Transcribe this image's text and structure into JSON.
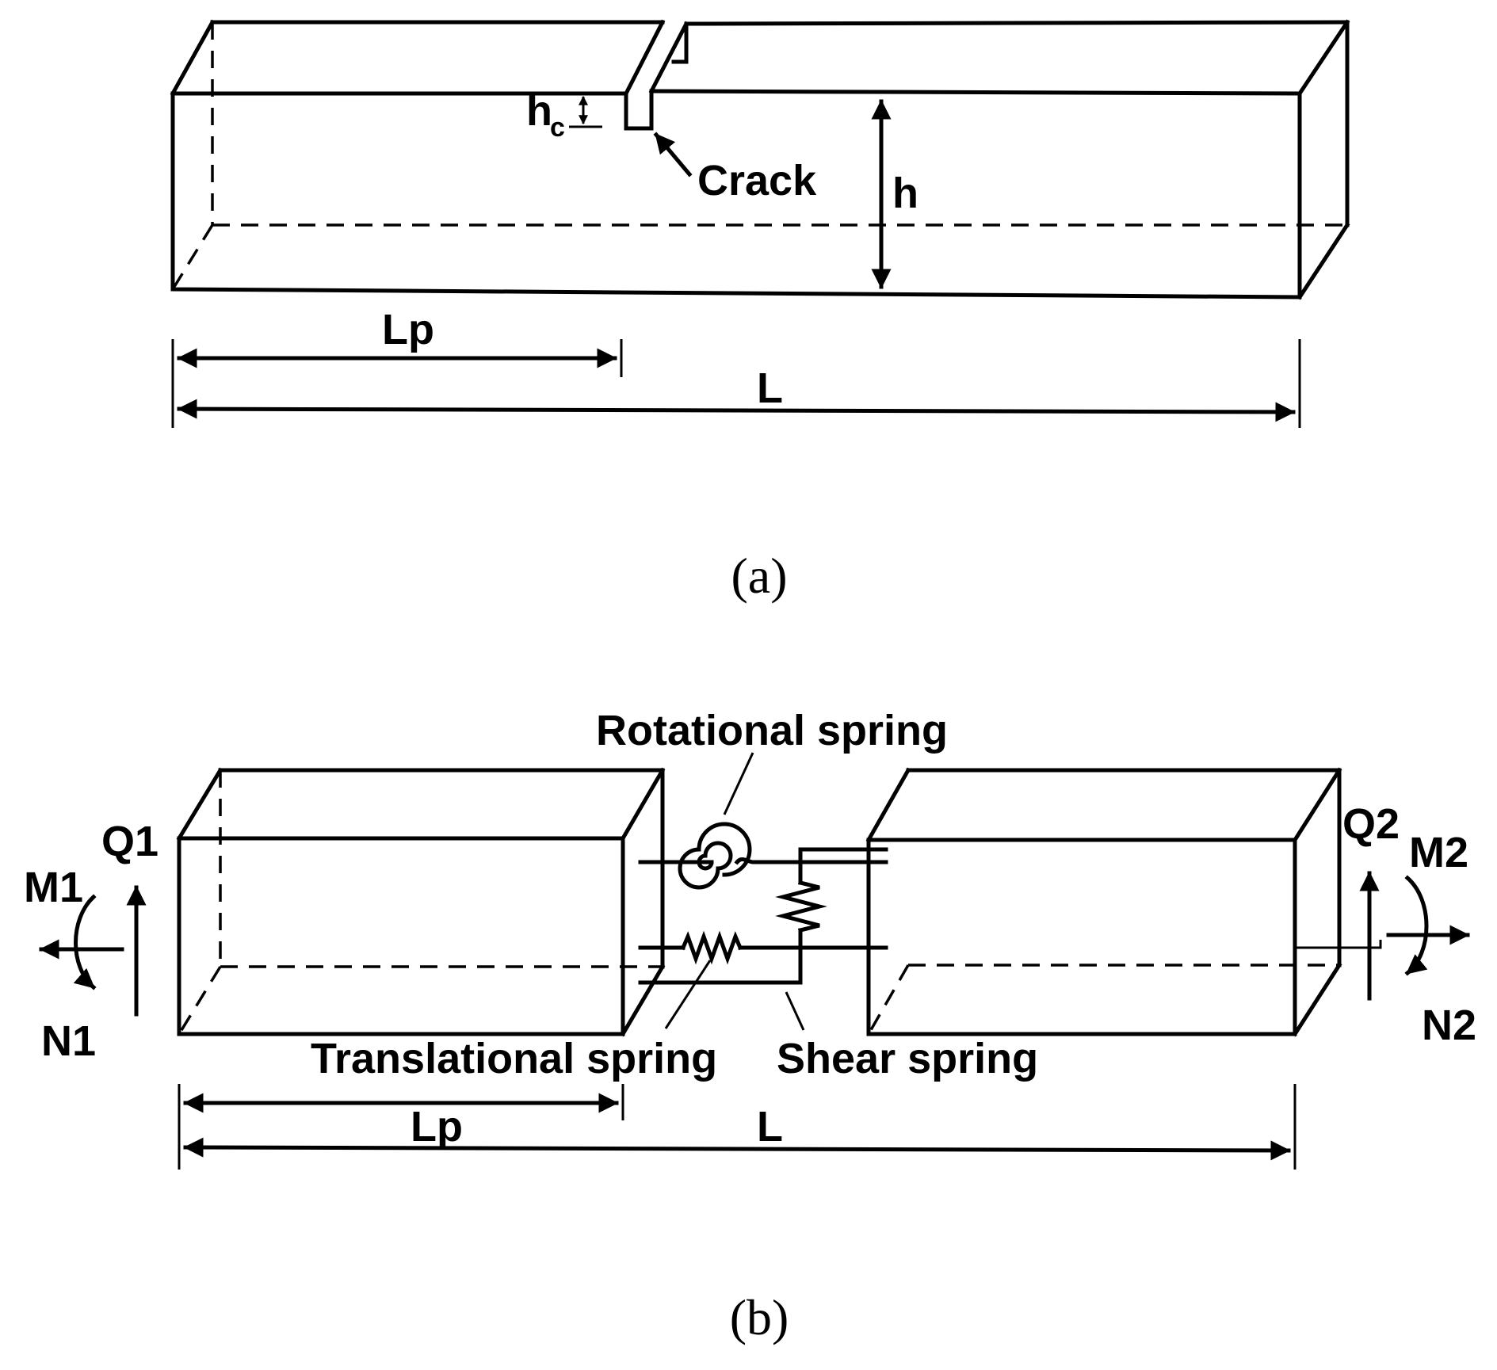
{
  "panel_a": {
    "caption": "(a)",
    "labels": {
      "hc_main": "h",
      "hc_sub": "c",
      "crack": "Crack",
      "h": "h",
      "lp": "Lp",
      "l": "L"
    }
  },
  "panel_b": {
    "caption": "(b)",
    "labels": {
      "rotational_spring": "Rotational spring",
      "translational_spring": "Translational spring",
      "shear_spring": "Shear spring",
      "q1": "Q1",
      "m1": "M1",
      "n1": "N1",
      "q2": "Q2",
      "m2": "M2",
      "n2": "N2",
      "lp": "Lp",
      "l": "L"
    }
  }
}
